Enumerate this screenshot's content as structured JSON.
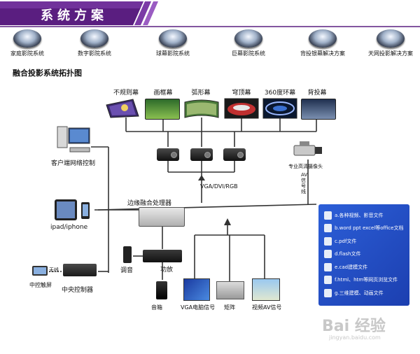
{
  "header": {
    "title": "系统方案"
  },
  "categories": [
    {
      "label": "家庭影院系统",
      "icon": "home-theater-icon"
    },
    {
      "label": "数字影院系统",
      "icon": "digital-cinema-icon"
    },
    {
      "label": "球幕影院系统",
      "icon": "dome-cinema-icon"
    },
    {
      "label": "巨幕影院系统",
      "icon": "giant-screen-icon"
    },
    {
      "label": "背投银幕解决方案",
      "icon": "rear-projection-icon"
    },
    {
      "label": "天网投影解决方案",
      "icon": "sky-projection-icon"
    }
  ],
  "diagram": {
    "title": "融合投影系统拓扑图",
    "screens": [
      "不规则幕",
      "画框幕",
      "弧形幕",
      "穹顶幕",
      "360度环幕",
      "背投幕"
    ],
    "signal_label": "VGA/DVI/RGB",
    "camera_label": "专业高清摄像头",
    "av_label": "AV信号线",
    "processor_label": "边缘融合处理器",
    "client_label": "客户端网络控制",
    "mobile_label": "ipad/iphone",
    "touch_label": "中控触屏",
    "wireless_label": "无线",
    "controller_label": "中央控制器",
    "tuning_label": "调音",
    "amp_label": "功放",
    "speaker_label": "音箱",
    "vga_source_label": "VGA电脑信号",
    "matrix_label": "矩阵",
    "av_source_label": "视频AV信号",
    "features": [
      "a.各种视频、影音文件",
      "b.word ppt excel等office文档",
      "c.pdf文件",
      "d.flash文件",
      "e.cad建模文件",
      "f.html、htm等网页浏览文件",
      "g.三维建模、动画文件"
    ]
  },
  "watermark": {
    "text": "Bai 经验",
    "url": "jingyan.baidu.com"
  },
  "colors": {
    "banner": "#5a1e80",
    "banner_accent": "#7b3aa6",
    "panel": "#2a55d0",
    "line": "#333333"
  }
}
